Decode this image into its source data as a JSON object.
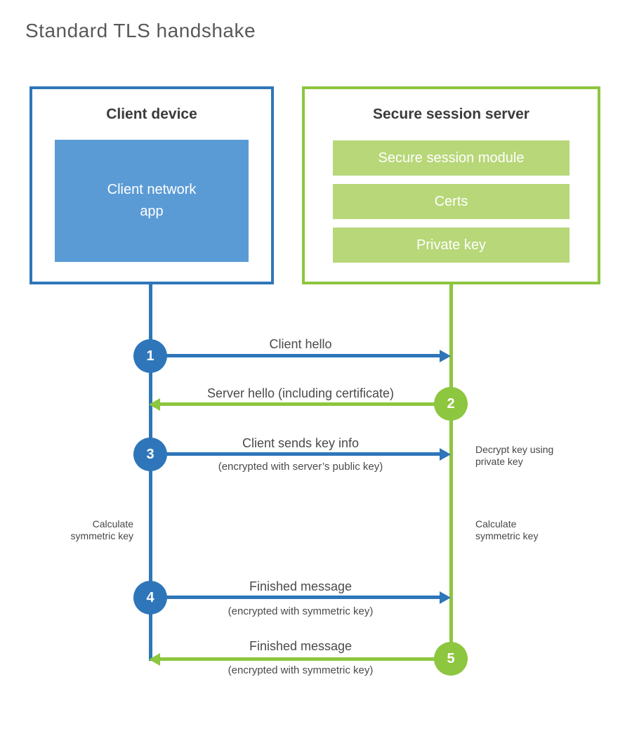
{
  "title": "Standard TLS handshake",
  "colors": {
    "blue": "#2e76b9",
    "blue_light": "#5b9bd5",
    "green": "#8dc63f",
    "green_light": "#b7d778",
    "title_text": "#595959",
    "label_text": "#4a4a4a"
  },
  "client": {
    "title": "Client device",
    "app_label": "Client network\napp"
  },
  "server": {
    "title": "Secure session server",
    "modules": [
      "Secure session module",
      "Certs",
      "Private key"
    ]
  },
  "steps": [
    {
      "num": "1",
      "from": "client",
      "to": "server",
      "label": "Client hello",
      "sublabel": ""
    },
    {
      "num": "2",
      "from": "server",
      "to": "client",
      "label": "Server hello (including certificate)",
      "sublabel": ""
    },
    {
      "num": "3",
      "from": "client",
      "to": "server",
      "label": "Client sends key info",
      "sublabel": "(encrypted with server’s public key)"
    },
    {
      "num": "4",
      "from": "client",
      "to": "server",
      "label": "Finished message",
      "sublabel": "(encrypted with symmetric key)"
    },
    {
      "num": "5",
      "from": "server",
      "to": "client",
      "label": "Finished message",
      "sublabel": "(encrypted with symmetric key)"
    }
  ],
  "notes": {
    "decrypt": "Decrypt key using\nprivate key",
    "calculate_left": "Calculate\nsymmetric key",
    "calculate_right": "Calculate\nsymmetric key"
  }
}
